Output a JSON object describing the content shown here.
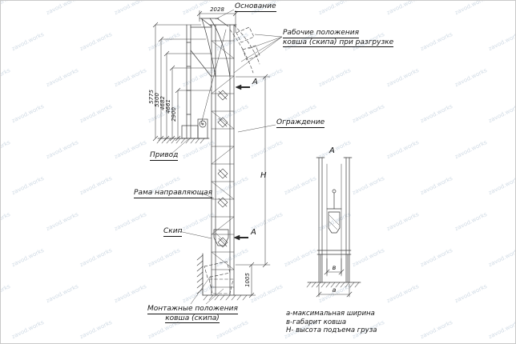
{
  "watermark": {
    "text": "zavod.works"
  },
  "labels": {
    "osnovanie": "Основание",
    "rabochie_line1": "Рабочие положения",
    "rabochie_line2": "ковша (скипа) при разгрузке",
    "ograzhdenie": "Ограждение",
    "privod": "Привод",
    "rama": "Рама направляющая",
    "skip": "Скип",
    "montazh_line1": "Монтажные положения",
    "montazh_line2": "ковша (скипа)"
  },
  "dimensions": {
    "top_width": "2028",
    "left_heights": [
      "5775",
      "5300",
      "4682",
      "4661",
      "2900"
    ],
    "pit_depth": "1005",
    "height_symbol": "H",
    "section_letter": "А",
    "section_width_inner": "в",
    "section_width_outer": "а"
  },
  "notes": {
    "line1": "а-максимальная ширина",
    "line2": "в-габарит ковша",
    "line3": "Н- высота подъема груза"
  }
}
